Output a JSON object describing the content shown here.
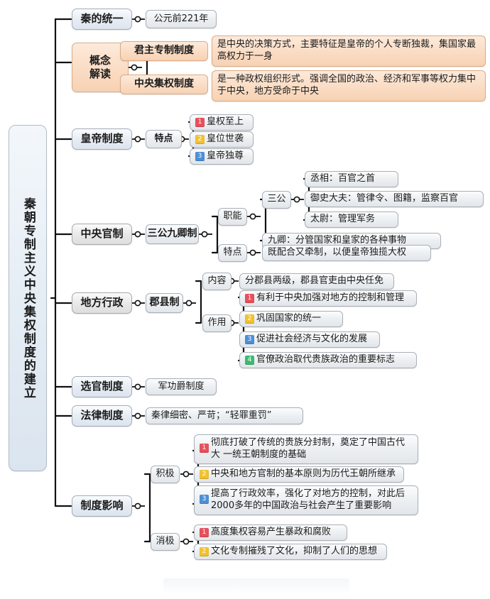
{
  "root": {
    "label": "秦朝专制主义中央集权制度的建立"
  },
  "branches": [
    {
      "id": "unification",
      "label": "秦的统一",
      "children": [
        {
          "label": "公元前221年"
        }
      ]
    },
    {
      "id": "concept",
      "label": "概念\n解读",
      "label_line1": "概念",
      "label_line2": "解读",
      "children": [
        {
          "label": "君主专制制度",
          "detail": "是中央的决策方式，主要特征是皇帝的个人专断独裁，集国家最高权力于一身"
        },
        {
          "label": "中央集权制度",
          "detail": "是一种政权组织形式。强调全国的政治、经济和军事等权力集中于中央，地方受命于中央"
        }
      ]
    },
    {
      "id": "emperor",
      "label": "皇帝制度",
      "sub": {
        "label": "特点"
      },
      "items": [
        {
          "n": "1",
          "color": "red",
          "label": "皇权至上"
        },
        {
          "n": "2",
          "color": "yellow",
          "label": "皇位世袭"
        },
        {
          "n": "3",
          "color": "blue",
          "label": "皇帝独尊"
        }
      ]
    },
    {
      "id": "central",
      "label": "中央官制",
      "sub": {
        "label": "三公九卿制"
      },
      "groups": [
        {
          "label": "职能",
          "sangong": {
            "label": "三公"
          },
          "sangong_items": [
            {
              "label": "丞相：百官之首"
            },
            {
              "label": "御史大夫：管律令、图籍，监察百官"
            },
            {
              "label": "太尉：管理军务"
            }
          ],
          "jiuqing": {
            "label": "九卿：分管国家和皇家的各种事物"
          }
        },
        {
          "label": "特点",
          "detail": "既配合又牵制，以便皇帝独揽大权"
        }
      ]
    },
    {
      "id": "local",
      "label": "地方行政",
      "sub": {
        "label": "郡县制"
      },
      "content": {
        "label": "内容",
        "detail": "分郡县两级，郡县官吏由中央任免"
      },
      "effect": {
        "label": "作用",
        "items": [
          {
            "n": "1",
            "color": "red",
            "label": "有利于中央加强对地方的控制和管理"
          },
          {
            "n": "2",
            "color": "yellow",
            "label": "巩固国家的统一"
          },
          {
            "n": "3",
            "color": "blue",
            "label": "促进社会经济与文化的发展"
          },
          {
            "n": "4",
            "color": "green",
            "label": "官僚政治取代贵族政治的重要标志"
          }
        ]
      }
    },
    {
      "id": "official-selection",
      "label": "选官制度",
      "children": [
        {
          "label": "军功爵制度"
        }
      ]
    },
    {
      "id": "law",
      "label": "法律制度",
      "children": [
        {
          "label": "秦律细密、严苛；“轻罪重罚”"
        }
      ]
    },
    {
      "id": "influence",
      "label": "制度影响",
      "positive": {
        "label": "积极",
        "items": [
          {
            "n": "1",
            "color": "red",
            "line1": "彻底打破了传统的贵族分封制，奠定了中国古代大",
            "line2": "一统王朝制度的基础"
          },
          {
            "n": "2",
            "color": "yellow",
            "line1": "中央和地方官制的基本原则为历代王朝所继承",
            "line2": ""
          },
          {
            "n": "3",
            "color": "blue",
            "line1": "提高了行政效率，强化了对地方的控制，对此后",
            "line2": "2000多年的中国政治与社会产生了重要影响"
          }
        ]
      },
      "negative": {
        "label": "消极",
        "items": [
          {
            "n": "1",
            "color": "red",
            "label": "高度集权容易产生暴政和腐败"
          },
          {
            "n": "2",
            "color": "yellow",
            "label": "文化专制摧残了文化，抑制了人们的思想"
          }
        ]
      }
    }
  ],
  "colors": {
    "badge_red": "#e8505b",
    "badge_yellow": "#f2c230",
    "badge_blue": "#4d90d6",
    "badge_green": "#3ebb72",
    "node_blue_fill": "#e7edf4",
    "node_orange_fill": "#fadcc4",
    "node_gray_fill": "#e9e9ea",
    "edge": "#111111"
  }
}
